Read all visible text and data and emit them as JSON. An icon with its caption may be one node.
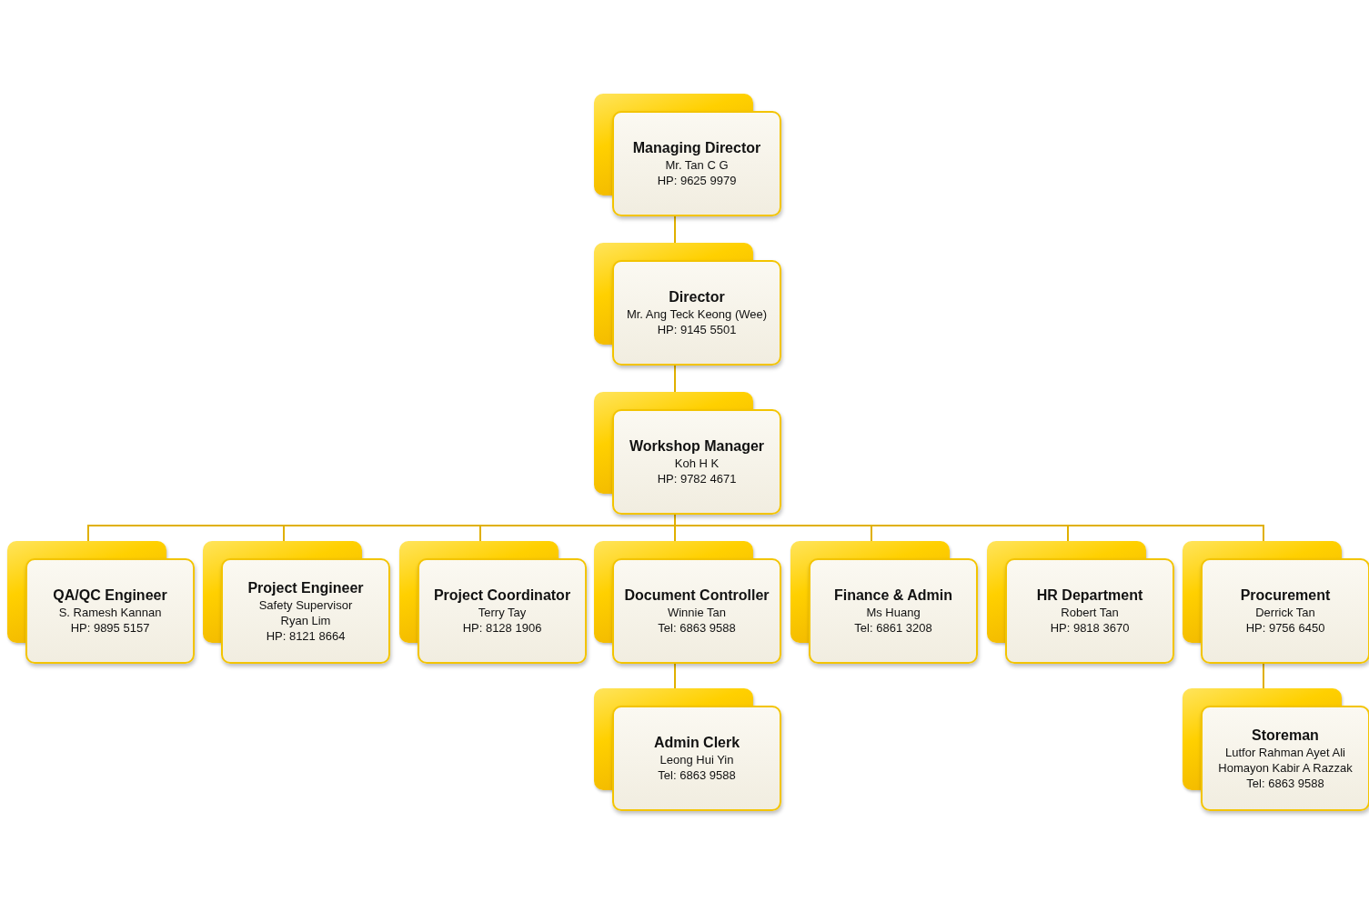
{
  "diagram": {
    "nodes": [
      {
        "text": [
          "Managing Director",
          "Mr. Tan C G",
          "HP: 9625 9979"
        ]
      },
      {
        "text": [
          "Director",
          "Mr. Ang Teck Keong (Wee)",
          "HP: 9145 5501"
        ]
      },
      {
        "text": [
          "Workshop Manager",
          "Koh H K",
          "HP: 9782 4671"
        ]
      },
      {
        "text": [
          "QA/QC Engineer",
          "S. Ramesh Kannan",
          "HP: 9895 5157"
        ]
      },
      {
        "text": [
          "Project Engineer",
          "Safety Supervisor",
          "Ryan Lim",
          "HP: 8121 8664"
        ]
      },
      {
        "text": [
          "Project Coordinator",
          "Terry Tay",
          "HP: 8128 1906"
        ]
      },
      {
        "text": [
          "Document Controller",
          "Winnie Tan",
          "Tel: 6863 9588"
        ]
      },
      {
        "text": [
          "Finance & Admin",
          "Ms Huang",
          "Tel: 6861 3208"
        ]
      },
      {
        "text": [
          "HR Department",
          "Robert Tan",
          "HP: 9818 3670"
        ]
      },
      {
        "text": [
          "Procurement",
          "Derrick Tan",
          "HP: 9756 6450"
        ]
      },
      {
        "text": [
          "Admin Clerk",
          "Leong Hui Yin",
          "Tel: 6863 9588"
        ]
      },
      {
        "text": [
          "Storeman",
          "Lutfor Rahman Ayet Ali Homayon Kabir A Razzak",
          "Tel: 6863 9588"
        ]
      }
    ],
    "edges": [
      {
        "from": 0,
        "to": 1,
        "arrow": "none"
      },
      {
        "from": 1,
        "to": 2,
        "arrow": "none"
      },
      {
        "from": 2,
        "to": 3,
        "arrow": "none"
      },
      {
        "from": 2,
        "to": 4,
        "arrow": "none"
      },
      {
        "from": 2,
        "to": 5,
        "arrow": "none"
      },
      {
        "from": 2,
        "to": 6,
        "arrow": "none"
      },
      {
        "from": 2,
        "to": 7,
        "arrow": "none"
      },
      {
        "from": 2,
        "to": 8,
        "arrow": "none"
      },
      {
        "from": 2,
        "to": 9,
        "arrow": "none"
      },
      {
        "from": 6,
        "to": 10,
        "arrow": "none"
      },
      {
        "from": 9,
        "to": 11,
        "arrow": "none"
      }
    ]
  }
}
